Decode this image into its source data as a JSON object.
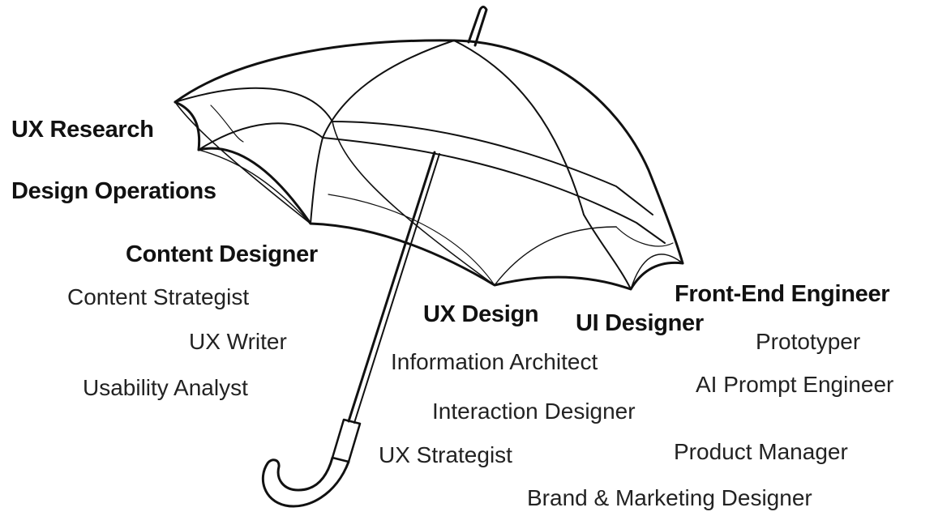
{
  "labels": {
    "ux_research": "UX Research",
    "design_operations": "Design Operations",
    "content_designer": "Content Designer",
    "content_strategist": "Content Strategist",
    "ux_writer": "UX Writer",
    "usability_analyst": "Usability Analyst",
    "ux_design": "UX Design",
    "ui_designer": "UI Designer",
    "front_end_engineer": "Front-End Engineer",
    "information_architect": "Information Architect",
    "prototyper": "Prototyper",
    "ai_prompt_engineer": "AI Prompt Engineer",
    "interaction_designer": "Interaction Designer",
    "ux_strategist": "UX Strategist",
    "product_manager": "Product Manager",
    "brand_marketing_designer": "Brand & Marketing Designer"
  },
  "colors": {
    "ink": "#111111",
    "background": "#ffffff"
  },
  "icon": "umbrella-illustration"
}
